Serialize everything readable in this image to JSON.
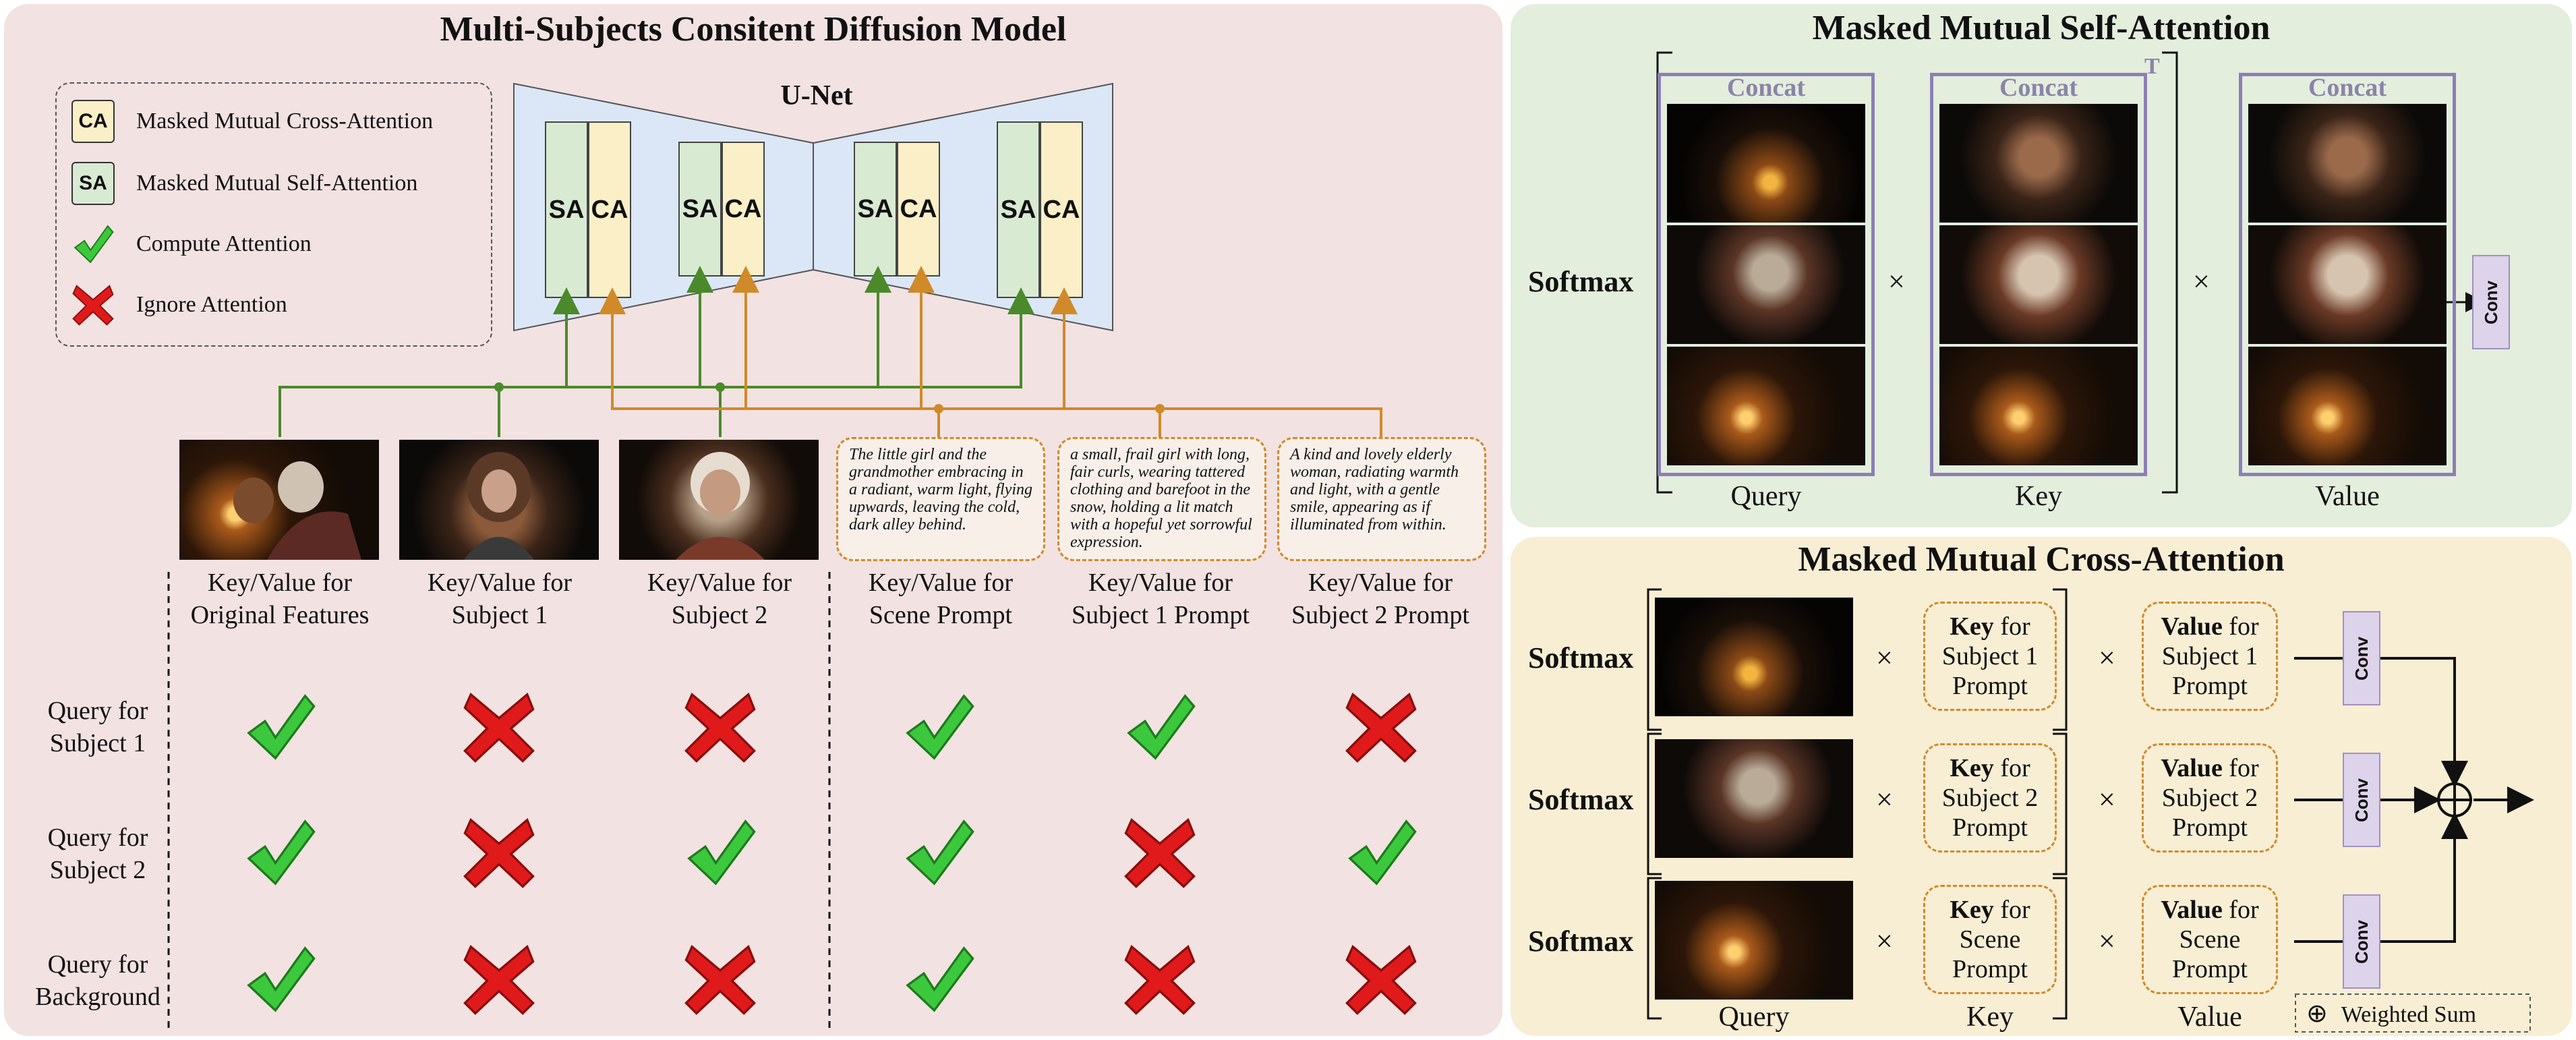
{
  "left_panel": {
    "title": "Multi-Subjects Consitent Diffusion Model",
    "legend": {
      "ca_chip": "CA",
      "ca_label": "Masked Mutual Cross-Attention",
      "sa_chip": "SA",
      "sa_label": "Masked Mutual Self-Attention",
      "compute_label": "Compute Attention",
      "ignore_label": "Ignore Attention"
    },
    "unet": {
      "title": "U-Net",
      "sa": "SA",
      "ca": "CA"
    },
    "prompts": {
      "scene": "The little girl and the grandmother embracing in a radiant, warm light, flying upwards, leaving the cold, dark alley behind.",
      "subject1": "a small, frail girl with long, fair curls, wearing tattered clothing and barefoot in the snow, holding a lit match with a hopeful yet sorrowful expression.",
      "subject2": "A kind and lovely elderly woman, radiating warmth and light, with a gentle smile, appearing as if illuminated from within."
    },
    "columns": [
      [
        "Key/Value for",
        "Original Features"
      ],
      [
        "Key/Value for",
        "Subject 1"
      ],
      [
        "Key/Value for",
        "Subject 2"
      ],
      [
        "Key/Value for",
        "Scene Prompt"
      ],
      [
        "Key/Value for",
        "Subject 1 Prompt"
      ],
      [
        "Key/Value for",
        "Subject 2 Prompt"
      ]
    ],
    "rows": [
      {
        "label": [
          "Query for",
          "Subject 1"
        ],
        "marks": [
          "check",
          "cross",
          "cross",
          "check",
          "check",
          "cross"
        ]
      },
      {
        "label": [
          "Query for",
          "Subject 2"
        ],
        "marks": [
          "check",
          "cross",
          "check",
          "check",
          "cross",
          "check"
        ]
      },
      {
        "label": [
          "Query for",
          "Background"
        ],
        "marks": [
          "check",
          "cross",
          "cross",
          "check",
          "cross",
          "cross"
        ]
      }
    ]
  },
  "self_attention": {
    "title": "Masked Mutual Self-Attention",
    "concat": "Concat",
    "softmax": "Softmax",
    "times": "×",
    "transpose": "T",
    "conv": "Conv",
    "labels": {
      "query": "Query",
      "key": "Key",
      "value": "Value"
    }
  },
  "cross_attention": {
    "title": "Masked Mutual Cross-Attention",
    "softmax": "Softmax",
    "times": "×",
    "conv": "Conv",
    "rows": [
      {
        "key_bold": "Key",
        "key_rest": " for",
        "key_l2": "Subject 1",
        "key_l3": "Prompt",
        "val_bold": "Value",
        "val_rest": " for",
        "val_l2": "Subject 1",
        "val_l3": "Prompt"
      },
      {
        "key_bold": "Key",
        "key_rest": " for",
        "key_l2": "Subject 2",
        "key_l3": "Prompt",
        "val_bold": "Value",
        "val_rest": " for",
        "val_l2": "Subject 2",
        "val_l3": "Prompt"
      },
      {
        "key_bold": "Key",
        "key_rest": " for",
        "key_l2": "Scene",
        "key_l3": "Prompt",
        "val_bold": "Value",
        "val_rest": " for",
        "val_l2": "Scene",
        "val_l3": "Prompt"
      }
    ],
    "labels": {
      "query": "Query",
      "key": "Key",
      "value": "Value"
    },
    "legend_symbol": "⊕",
    "legend_label": "Weighted Sum"
  },
  "colors": {
    "left_bg": "#f2e2e2",
    "sa_bg": "#e3eedd",
    "ca_bg": "#f8eed4",
    "green_line": "#4a8a2a",
    "orange_line": "#d08a2a",
    "check": "#3cc83c",
    "cross": "#e01a1a"
  }
}
